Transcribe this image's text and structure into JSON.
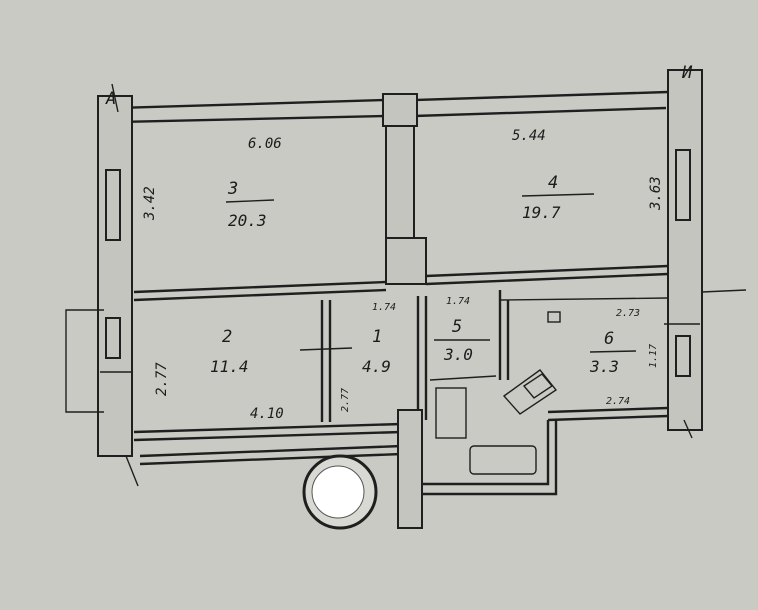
{
  "rooms": [
    {
      "id": "3",
      "number": "3",
      "area": "20.3",
      "length": "6.06",
      "width": "3.42"
    },
    {
      "id": "4",
      "number": "4",
      "area": "19.7",
      "length": "5.44",
      "width": "3.63"
    },
    {
      "id": "2",
      "number": "2",
      "area": "11.4",
      "length": "4.10",
      "width": "2.77"
    },
    {
      "id": "1",
      "number": "1",
      "area": "4.9",
      "length": "1.74",
      "width": "2.77"
    },
    {
      "id": "5",
      "number": "5",
      "area": "3.0",
      "length": "1.74"
    },
    {
      "id": "6",
      "number": "6",
      "area": "3.3",
      "length_top": "2.73",
      "length_bottom": "2.74",
      "width": "1.17"
    }
  ],
  "axis_markers": {
    "left": "А",
    "right": "И"
  },
  "colors": {
    "paper": "#c9cac4",
    "ink": "#1f1f1f"
  }
}
